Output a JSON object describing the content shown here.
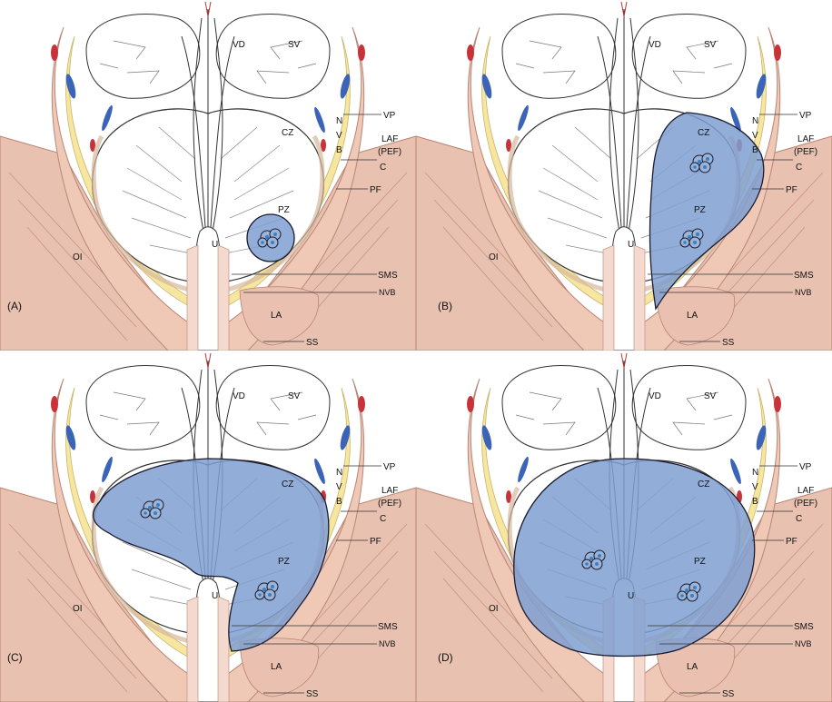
{
  "panels": [
    {
      "id": "A",
      "label": "(A)"
    },
    {
      "id": "B",
      "label": "(B)"
    },
    {
      "id": "C",
      "label": "(C)"
    },
    {
      "id": "D",
      "label": "(D)"
    }
  ],
  "labels": {
    "vd": "VD",
    "sv": "SV",
    "cz": "CZ",
    "pz": "PZ",
    "u": "U",
    "oi": "OI",
    "la": "LA",
    "ss": "SS",
    "vp": "VP",
    "laf": "LAF",
    "pef": "(PEF)",
    "c": "C",
    "pf": "PF",
    "sms": "SMS",
    "nvb": "NVB",
    "nvb_n": "N",
    "nvb_v": "V",
    "nvb_b": "B"
  },
  "colors": {
    "tumor_fill": "#7f9fd1",
    "tumor_stroke": "#1b1b2e",
    "muscle": "#eec6b8",
    "fat": "#f6e6a0",
    "vessel_blue": "#3b63b8",
    "vessel_red": "#c8323a"
  }
}
